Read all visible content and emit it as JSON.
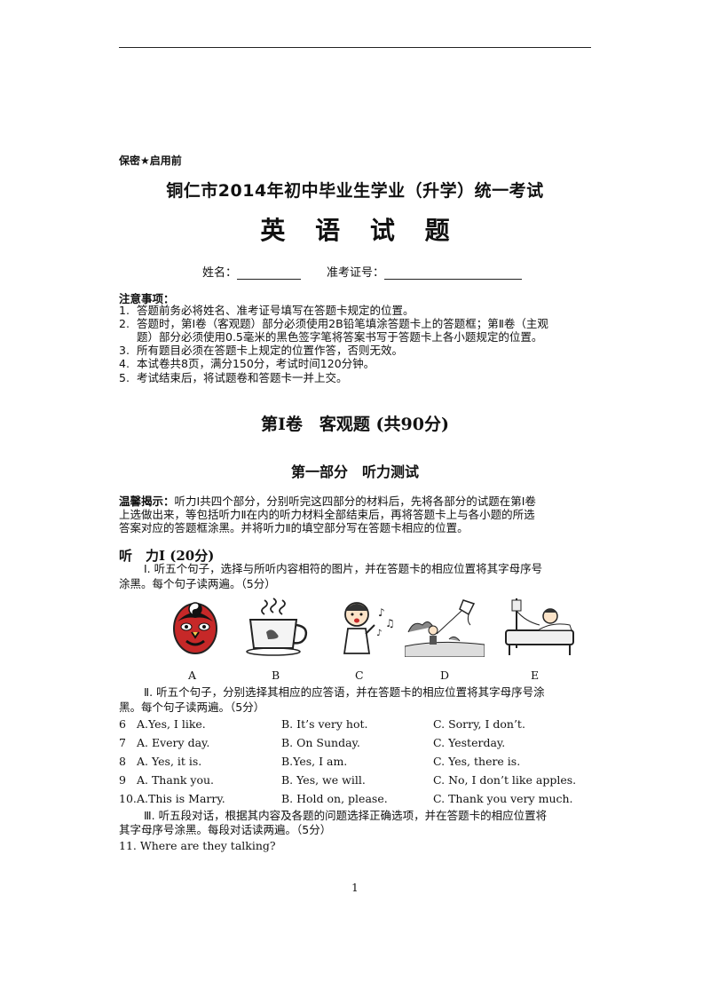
{
  "header": {
    "secret": "保密★启用前",
    "title": "铜仁市2014年初中毕业生学业（升学）统一考试",
    "subtitle": "英 语 试 题",
    "name_label": "姓名：",
    "id_label": "准考证号："
  },
  "notes": {
    "title": "注意事项：",
    "items": [
      {
        "num": "1.",
        "text": "答题前务必将姓名、准考证号填写在答题卡规定的位置。"
      },
      {
        "num": "2.",
        "text": "答题时，第Ⅰ卷（客观题）部分必须使用2B铅笔填涂答题卡上的答题框；第Ⅱ卷（主观"
      },
      {
        "num": "",
        "text": "题）部分必须使用0.5毫米的黑色签字笔将答案书写于答题卡上各小题规定的位置。"
      },
      {
        "num": "3.",
        "text": "所有题目必须在答题卡上规定的位置作答，否则无效。"
      },
      {
        "num": "4.",
        "text": "本试卷共8页，满分150分，考试时间120分钟。"
      },
      {
        "num": "5.",
        "text": "考试结束后，将试题卷和答题卡一并上交。"
      }
    ]
  },
  "volume_title": "第Ⅰ卷　客观题 (共90分)",
  "part_title": "第一部分　听力测试",
  "tip": {
    "label": "温馨揭示：",
    "line1": "听力Ⅰ共四个部分，分别听完这四部分的材料后，先将各部分的试题在第Ⅰ卷",
    "line2": "上选做出来，等包括听力Ⅱ在内的听力材料全部结束后，再将答题卡上与各小题的所选",
    "line3": "答案对应的答题框涂黑。并将听力Ⅱ的填空部分写在答题卡相应的位置。"
  },
  "section1": {
    "heading": "听　力Ⅰ (20分)",
    "part1_line1": "Ⅰ. 听五个句子，选择与所听内容相符的图片，并在答题卡的相应位置将其字母序号",
    "part1_line2": "涂黑。每个句子读两遍。（5分）",
    "pictures": [
      {
        "letter": "A",
        "icon": "opera-mask-icon"
      },
      {
        "letter": "B",
        "icon": "hot-cup-icon"
      },
      {
        "letter": "C",
        "icon": "singing-child-icon"
      },
      {
        "letter": "D",
        "icon": "kite-flying-icon"
      },
      {
        "letter": "E",
        "icon": "hospital-bed-icon"
      }
    ],
    "part2_line1": "Ⅱ. 听五个句子，分别选择其相应的应答语，并在答题卡的相应位置将其字母序号涂",
    "part2_line2": "黑。每个句子读两遍。（5分）",
    "questions": [
      {
        "num": "6",
        "a": "A.Yes, I like.",
        "b": "B. It’s very hot.",
        "c": "C. Sorry, I don’t."
      },
      {
        "num": "7",
        "a": "A. Every day.",
        "b": "B. On Sunday.",
        "c": "C. Yesterday."
      },
      {
        "num": "8",
        "a": "A. Yes, it is.",
        "b": "B.Yes, I am.",
        "c": "C. Yes, there is."
      },
      {
        "num": "9",
        "a": "A. Thank you.",
        "b": "B. Yes, we will.",
        "c": "C. No, I don’t like apples."
      },
      {
        "num": "10.",
        "a": "A.This is Marry.",
        "b": "B. Hold on, please.",
        "c": "C. Thank you very much."
      }
    ],
    "part3_line1": "Ⅲ. 听五段对话，根据其内容及各题的问题选择正确选项，并在答题卡的相应位置将",
    "part3_line2": "其字母序号涂黑。每段对话读两遍。（5分）",
    "q11": "11. Where are they talking?"
  },
  "page_number": "1"
}
